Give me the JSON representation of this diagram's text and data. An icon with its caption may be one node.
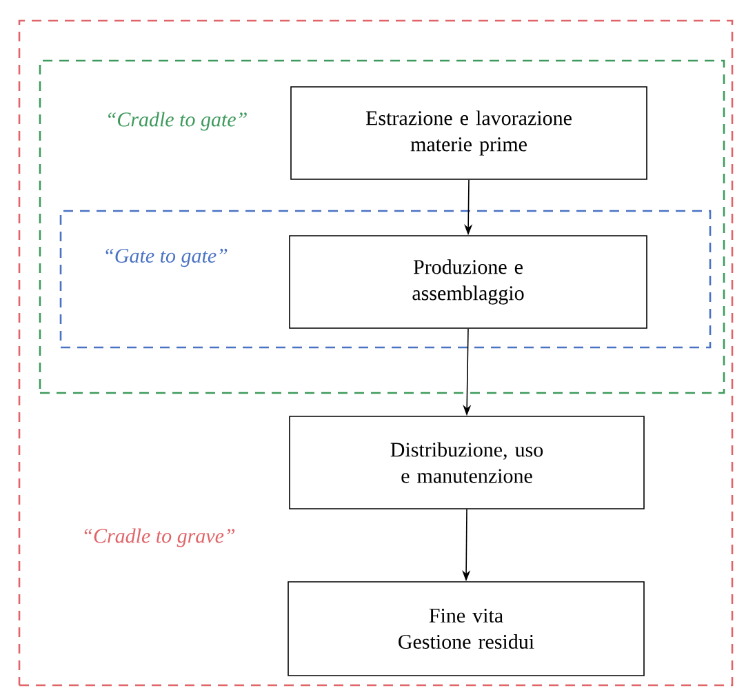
{
  "diagram": {
    "nodes": [
      {
        "text": [
          "“Cradle to grave”"
        ]
      },
      {
        "text": [
          "“Cradle to gate”"
        ],
        "in": 0
      },
      {
        "text": [
          "Estrazione e lavorazione materie prime"
        ],
        "in": 1
      },
      {
        "text": [
          "“Gate to gate”"
        ],
        "in": 1
      },
      {
        "text": [
          "Produzione e assemblaggio"
        ],
        "in": 3
      },
      {
        "text": [
          "Distribuzione, uso e manutenzione"
        ],
        "in": 0
      },
      {
        "text": [
          "Fine vita",
          "Gestione residui"
        ],
        "in": 0
      }
    ],
    "edges": [
      {
        "from": 2,
        "to": 4,
        "arrow": "to"
      },
      {
        "from": 4,
        "to": 5,
        "arrow": "to"
      },
      {
        "from": 5,
        "to": 6,
        "arrow": "to"
      }
    ]
  }
}
